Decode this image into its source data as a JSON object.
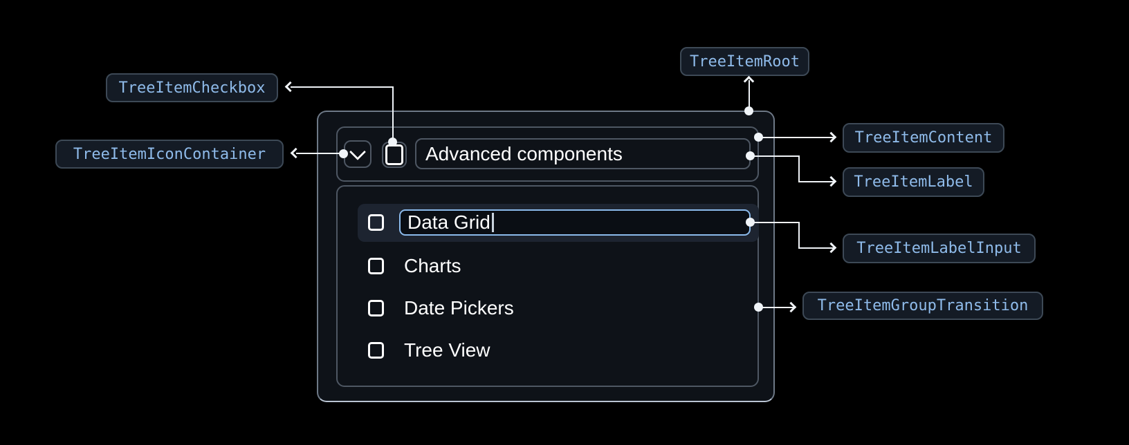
{
  "colors": {
    "bg": "#000000",
    "root-fill": "#0e1218",
    "root-border": "#6e7987",
    "root-border-bottom": "#b9c4d2",
    "box-border": "#4e5763",
    "chip-fill": "#141b25",
    "chip-border": "#3d4956",
    "chip-text": "#8fbbea",
    "accent-input-border": "#8cbbec",
    "row-highlight": "#1d2430",
    "input-fill": "#0a0e14",
    "connector": "#f0f4f8",
    "text": "#ffffff"
  },
  "annotations": {
    "root": "TreeItemRoot",
    "checkbox": "TreeItemCheckbox",
    "icon_container": "TreeItemIconContainer",
    "content": "TreeItemContent",
    "label": "TreeItemLabel",
    "label_input": "TreeItemLabelInput",
    "group_transition": "TreeItemGroupTransition"
  },
  "tree": {
    "parent_label": "Advanced components",
    "editing_item": {
      "value": "Data Grid"
    },
    "items": [
      {
        "label": "Charts"
      },
      {
        "label": "Date Pickers"
      },
      {
        "label": "Tree View"
      }
    ]
  }
}
